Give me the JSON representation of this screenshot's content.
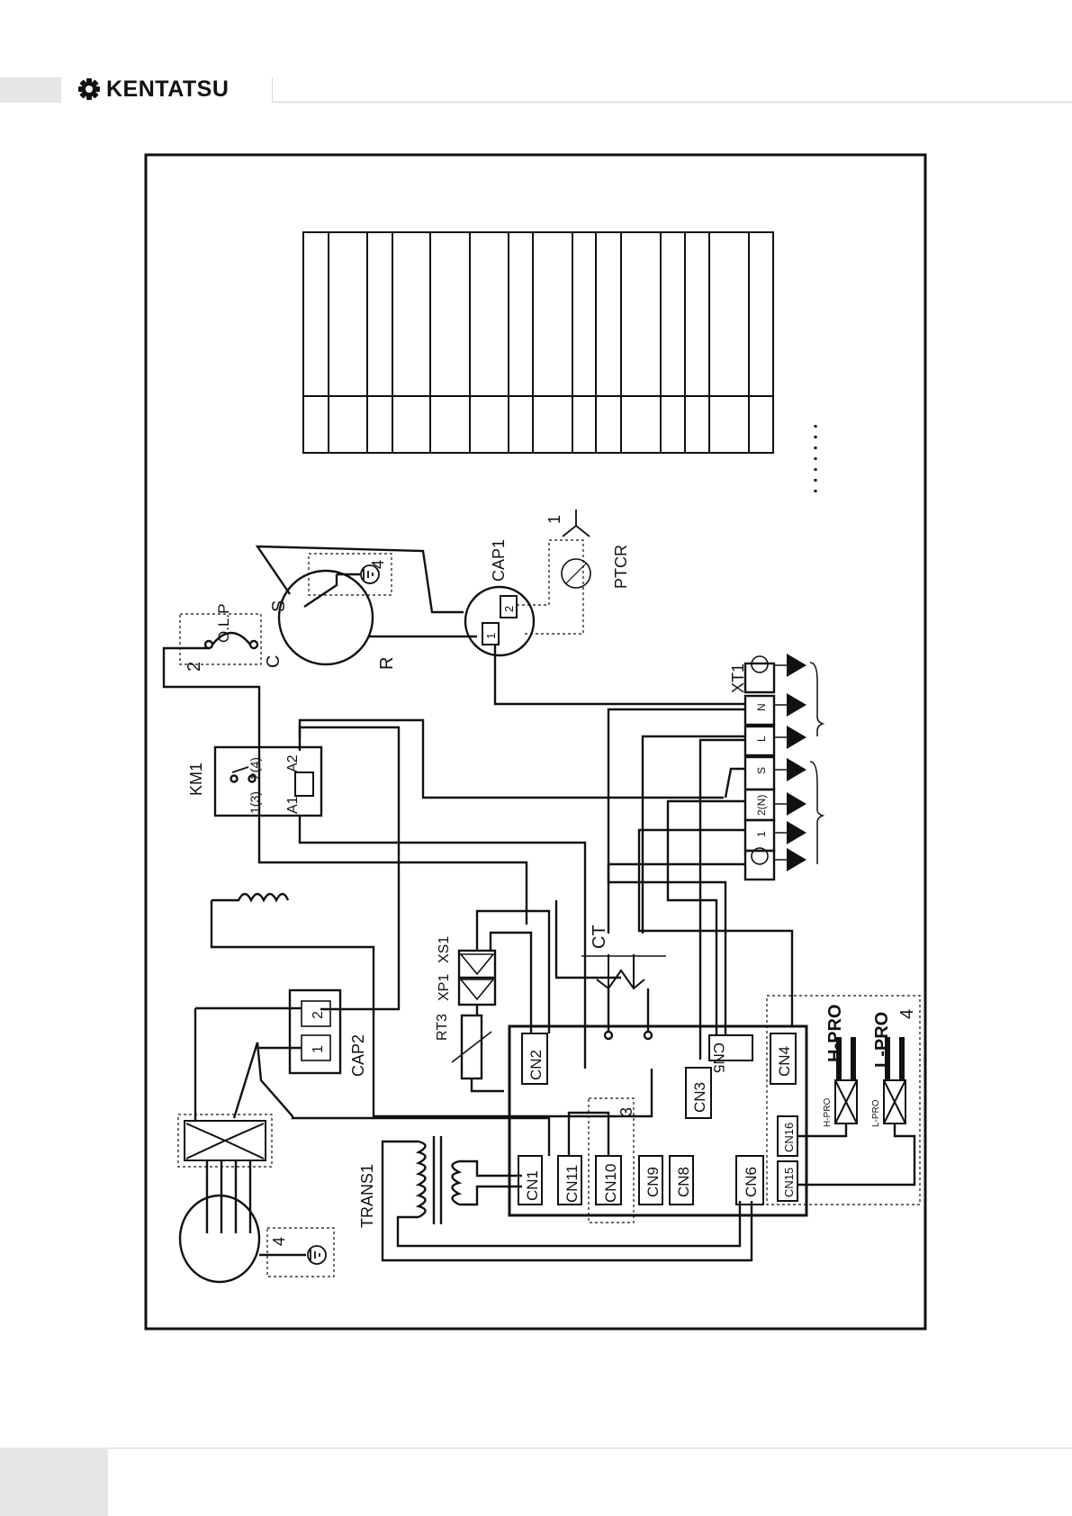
{
  "brand": {
    "name": "KENTATSU",
    "logo_icon": "gear-icon"
  },
  "diagram": {
    "labels": {
      "olp": "O.L.P",
      "olp_pin": "2",
      "comp_c": "C",
      "comp_s": "S",
      "comp_r": "R",
      "ground_num": "4",
      "cap1": "CAP1",
      "cap_pin1": "1",
      "cap_pin2": "2",
      "ptcr": "PTCR",
      "ptcr_pin": "1",
      "km1": "KM1",
      "km1_c1": "1(3)",
      "km1_c2": "2(4)",
      "km1_a1": "A1",
      "km1_a2": "A2",
      "xt1": "XT1",
      "term_n": "N",
      "term_l": "L",
      "term_s": "S",
      "term_2n": "2(N)",
      "term_1": "1",
      "ct": "CT",
      "rt3": "RT3",
      "xp1": "XP1",
      "xs1": "XS1",
      "cap2": "CAP2",
      "trans1": "TRANS1",
      "hpro": "H-PRO",
      "lpro": "L-PRO",
      "hpro_small": "H-PRO",
      "lpro_small": "L-PRO",
      "pro_group": "4",
      "cn10_group": "3"
    },
    "connectors": [
      "CN1",
      "CN11",
      "CN10",
      "CN9",
      "CN8",
      "CN6",
      "CN2",
      "CN3",
      "CN5",
      "CN4",
      "CN15",
      "CN16"
    ]
  }
}
